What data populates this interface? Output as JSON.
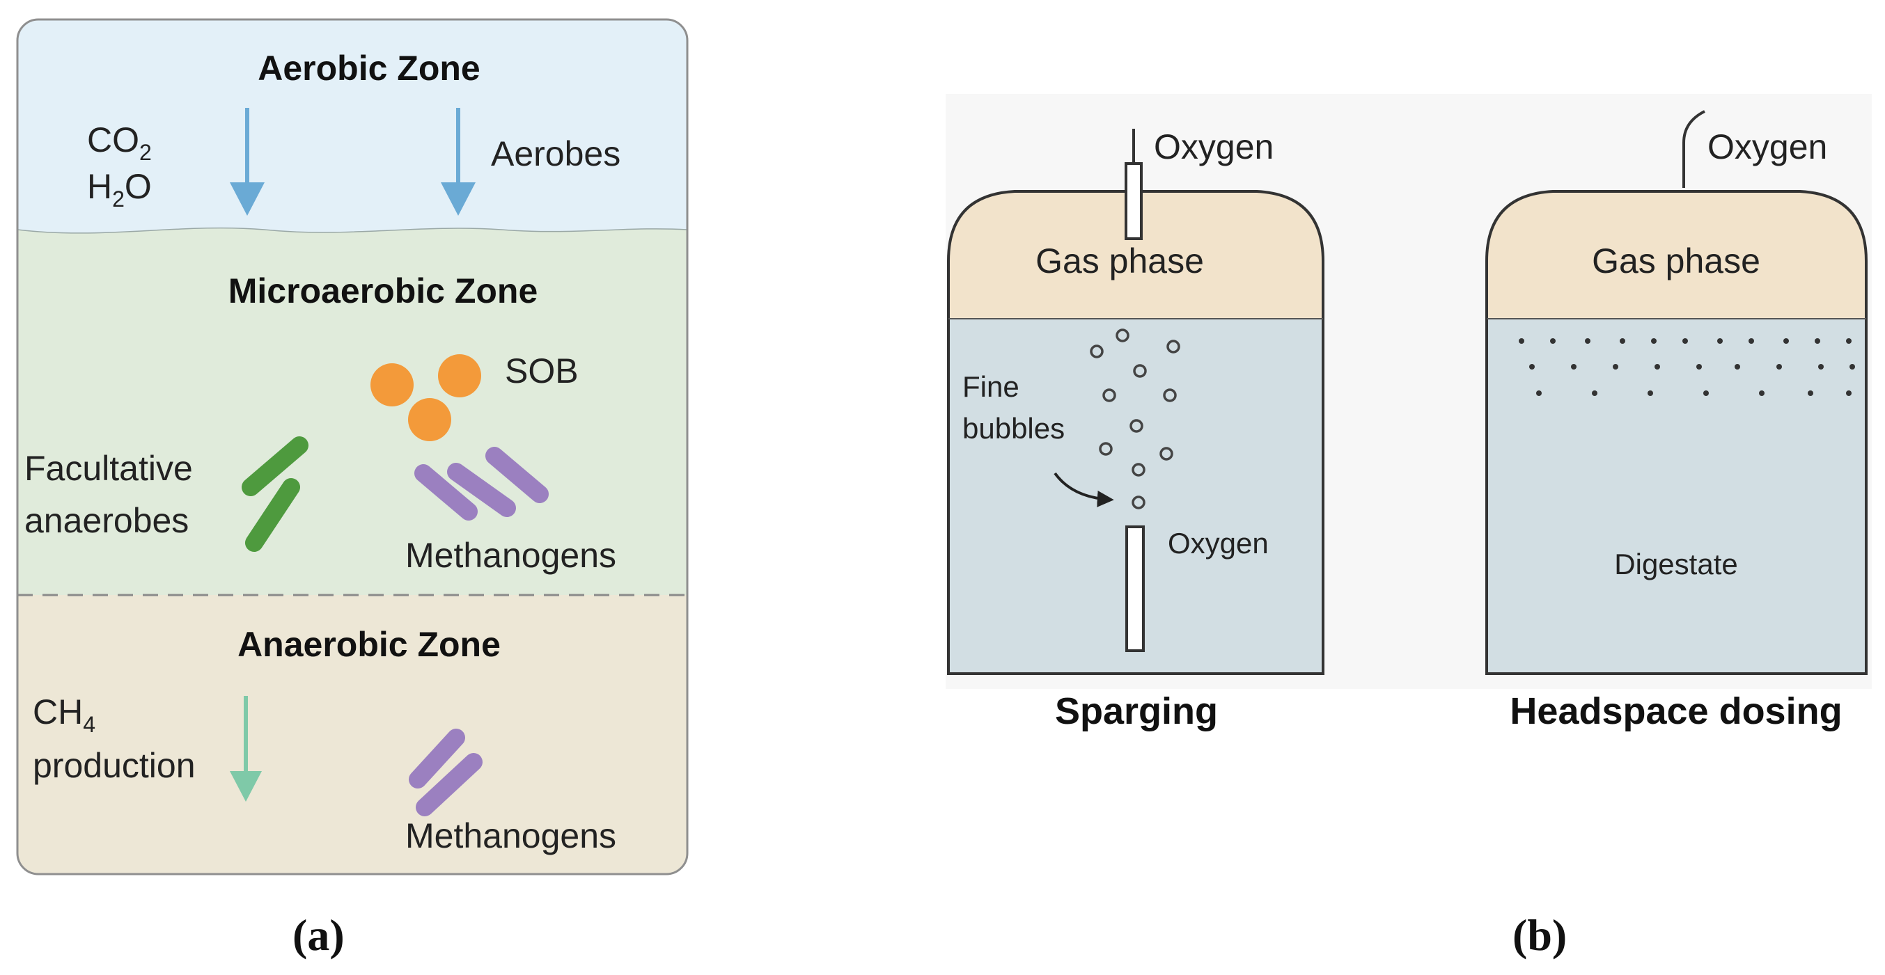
{
  "panel_a": {
    "caption": "(a)",
    "aerobic_zone": {
      "title": "Aerobic Zone",
      "products_line1": "CO",
      "products_line1_sub": "2",
      "products_line2_pre": "H",
      "products_line2_sub": "2",
      "products_line2_post": "O",
      "organism": "Aerobes"
    },
    "microaerobic_zone": {
      "title": "Microaerobic Zone",
      "sob": "SOB",
      "facultative_line1": "Facultative",
      "facultative_line2": "anaerobes",
      "methanogens": "Methanogens"
    },
    "anaerobic_zone": {
      "title": "Anaerobic Zone",
      "product_line1": "CH",
      "product_line1_sub": "4",
      "product_line2": "production",
      "methanogens": "Methanogens"
    },
    "colors": {
      "aerobic_bg": "#E3F0F8",
      "microaerobic_bg": "#E0EBDB",
      "anaerobic_bg": "#EDE7D6",
      "aerobic_arrow": "#6AAAD5",
      "anaerobic_arrow": "#7FC9A8",
      "sob": "#F39A3A",
      "facultative": "#4E9A3E",
      "methanogen": "#9B80C0"
    }
  },
  "panel_b": {
    "caption": "(b)",
    "sparging": {
      "label": "Sparging",
      "oxygen_top": "Oxygen",
      "gas_phase": "Gas phase",
      "fine_bubbles_line1": "Fine",
      "fine_bubbles_line2": "bubbles",
      "oxygen_inlet": "Oxygen"
    },
    "headspace": {
      "label": "Headspace dosing",
      "oxygen_top": "Oxygen",
      "gas_phase": "Gas phase",
      "liquid": "Digestate"
    },
    "colors": {
      "gas_phase": "#F2E3CB",
      "liquid": "#D2DEE3"
    }
  }
}
